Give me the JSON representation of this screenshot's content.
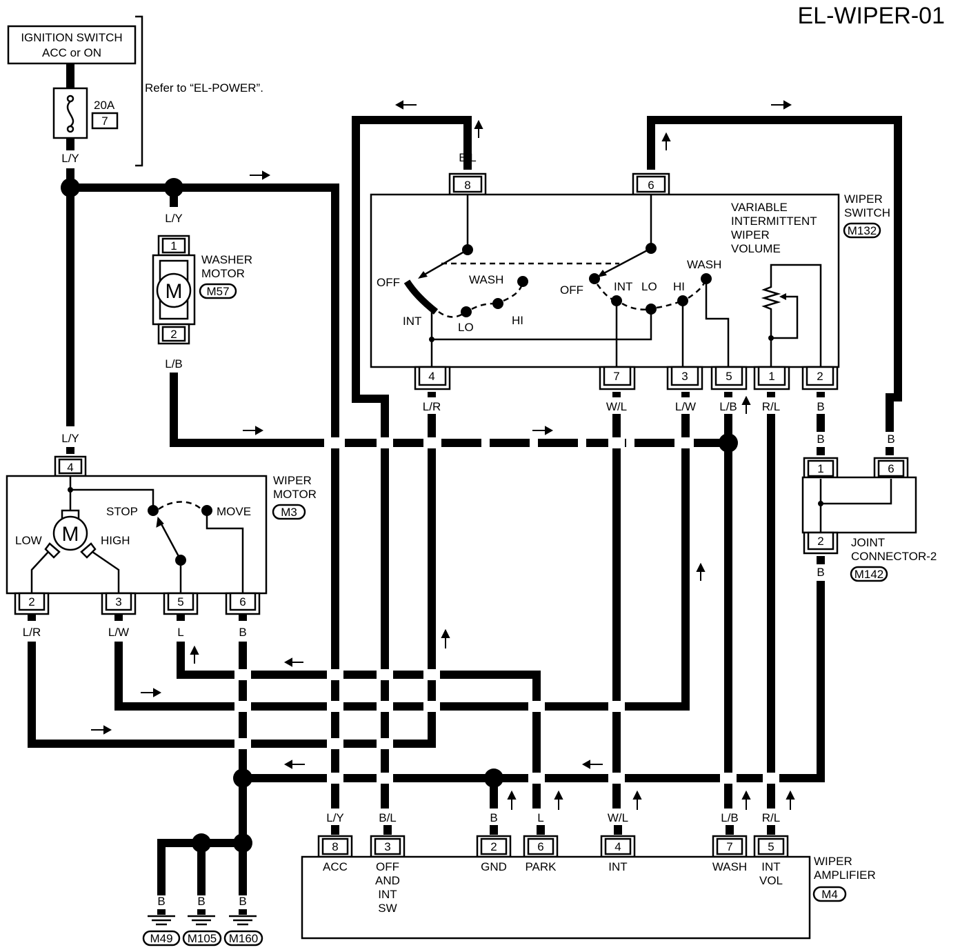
{
  "title": "EL-WIPER-01",
  "note": "Refer to “EL-POWER”.",
  "ignition": {
    "line1": "IGNITION SWITCH",
    "line2": "ACC or ON"
  },
  "fuse": {
    "rating": "20A",
    "number": "7"
  },
  "washer_motor": {
    "name1": "WASHER",
    "name2": "MOTOR",
    "code": "M57",
    "pin_a": "1",
    "pin_b": "2",
    "symbol": "M"
  },
  "wiper_motor": {
    "name1": "WIPER",
    "name2": "MOTOR",
    "code": "M3",
    "symbol": "M",
    "low": "LOW",
    "high": "HIGH",
    "stop": "STOP",
    "move": "MOVE",
    "pins": [
      "4",
      "2",
      "3",
      "5",
      "6"
    ]
  },
  "wiper_switch": {
    "name1": "WIPER",
    "name2": "SWITCH",
    "code": "M132",
    "vol1": "VARIABLE",
    "vol2": "INTERMITTENT",
    "vol3": "WIPER",
    "vol4": "VOLUME",
    "off_l": "OFF",
    "wash_l": "WASH",
    "int_l": "INT",
    "lo_l": "LO",
    "hi_l": "HI",
    "off_r": "OFF",
    "int_r": "INT",
    "lo_r": "LO",
    "hi_r": "HI",
    "wash_r": "WASH",
    "pins_top": [
      "8",
      "6"
    ],
    "pins_bottom": [
      "4",
      "7",
      "3",
      "5",
      "1",
      "2"
    ]
  },
  "joint": {
    "name1": "JOINT",
    "name2": "CONNECTOR-2",
    "code": "M142",
    "pins": [
      "1",
      "6",
      "2"
    ]
  },
  "amplifier": {
    "name1": "WIPER",
    "name2": "AMPLIFIER",
    "code": "M4",
    "pins": [
      "8",
      "3",
      "2",
      "6",
      "4",
      "7",
      "5"
    ],
    "acc": "ACC",
    "off1": "OFF",
    "off2": "AND",
    "off3": "INT",
    "off4": "SW",
    "gnd": "GND",
    "park": "PARK",
    "int": "INT",
    "wash": "WASH",
    "intvol1": "INT",
    "intvol2": "VOL"
  },
  "wires": {
    "ly": "L/Y",
    "lb": "L/B",
    "lr": "L/R",
    "lw": "L/W",
    "l": "L",
    "b": "B",
    "bl": "B/L",
    "wl": "W/L",
    "rl": "R/L"
  },
  "grounds": [
    "M49",
    "M105",
    "M160"
  ]
}
